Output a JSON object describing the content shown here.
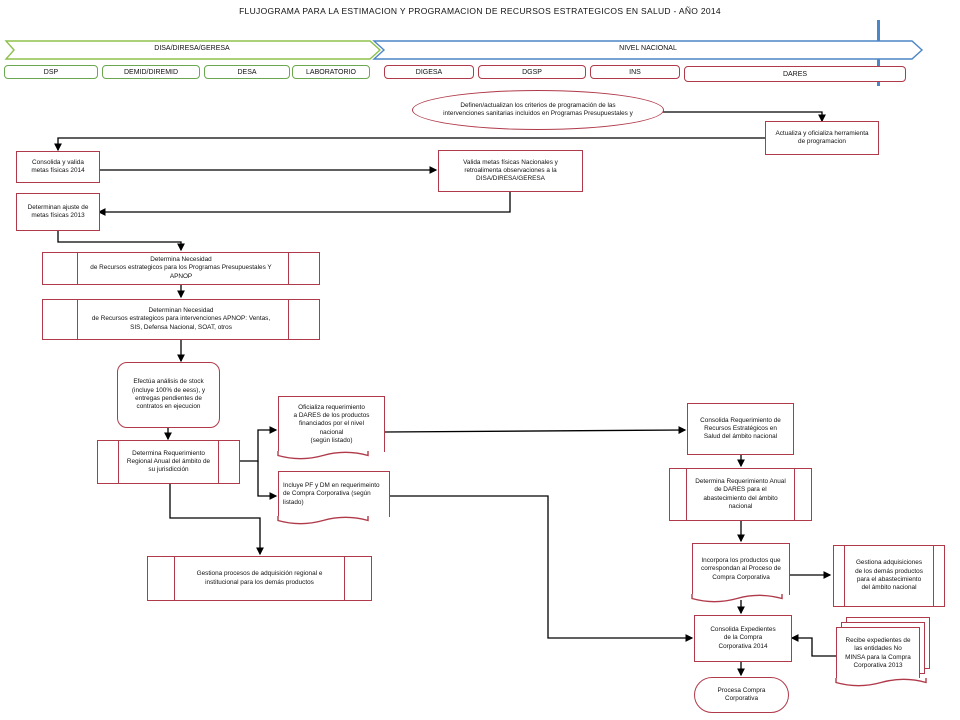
{
  "title": "FLUJOGRAMA PARA LA ESTIMACION Y PROGRAMACION DE  RECURSOS ESTRATEGICOS EN SALUD  -  AÑO 2014",
  "bands": {
    "left": "DISA/DIRESA/GERESA",
    "right": "NIVEL NACIONAL"
  },
  "columns": {
    "left": [
      "DSP",
      "DEMID/DIREMID",
      "DESA",
      "LABORATORIO"
    ],
    "right": [
      "DIGESA",
      "DGSP",
      "INS",
      "DARES"
    ]
  },
  "nodes": {
    "definen": "Definen/actualizan los criterios de programación de las\nintervenciones sanitarias incluidos en Programas Presupuestales y",
    "actualiza": "Actualiza y oficializa herramienta\nde programacion",
    "consolida_metas": "Consolida y valida\nmetas físicas 2014",
    "valida_metas": "Valida metas físicas Nacionales y\nretroalimenta observaciones a la\nDISA/DIRESA/GERESA",
    "ajuste": "Determinan ajuste de\nmetas físicas 2013",
    "necesidad_pp": "Determina Necesidad\nde Recursos estrategicos para los Programas Presupuestales Y\nAPNOP",
    "necesidad_apnop": "Determinan Necesidad\nde Recursos estrategicos para intervenciones APNOP: Ventas,\nSIS, Defensa Nacional, SOAT, otros",
    "analisis_stock": "Efectúa análisis de stock\n(incluye 100% de eess), y\nentregas pendientes de\ncontratos en ejecucion",
    "req_regional": "Determina Requerimiento\nRegional Anual del ámbito de\nsu jurisdicción",
    "oficializa_req": "Oficializa requerimiento\na DARES de los productos\nfinanciados por el nivel\nnacional\n(según listado)",
    "incluye_pf": "Incluye PF y DM en requerimeinto\nde Compra Corporativa (según\nlistado)",
    "gestiona_regional": "Gestiona procesos de adquisición regional e\ninstitucional para los demás productos",
    "consolida_req_nac": "Consolida Requerimiento de\nRecursos Estratégicos en\nSalud del ámbito nacional",
    "req_dares": "Determina Requerimiento Anual\nde DARES para el\nabastecimiento del ámbito\nnacional",
    "incorpora": "Incorpora los productos que\ncorrespondan al Proceso de\nCompra Corporativa",
    "gestiona_nac": "Gestiona adquisiciones\nde los demás productos\npara el abastecimiento\ndel ámbito nacional",
    "consolida_exp": "Consolida Expedientes\nde la Compra\nCorporativa 2014",
    "recibe_exp": "Recibe expedientes de\nlas entidades No\nMINSA para la Compra\nCorporativa 2013",
    "procesa": "Procesa Compra\nCorporativa"
  },
  "colors": {
    "node_border": "#b03a4a",
    "left_band": "#8dc04c",
    "right_band": "#4c86c7",
    "left_tags": "#6aa84f",
    "right_tags": "#b03a4a",
    "connector": "#000000"
  }
}
